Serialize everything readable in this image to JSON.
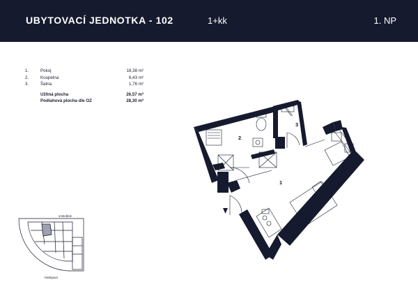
{
  "header": {
    "title": "UBYTOVACÍ JEDNOTKA - 102",
    "layout": "1+kk",
    "floor": "1. NP"
  },
  "rooms": [
    {
      "num": "1.",
      "name": "Pokoj",
      "area": "18,38 m²"
    },
    {
      "num": "2.",
      "name": "Koupelna",
      "area": "6,43 m²"
    },
    {
      "num": "3.",
      "name": "Šatna",
      "area": "1,76 m²"
    }
  ],
  "totals": [
    {
      "name": "Užitná plocha",
      "area": "26,57 m²"
    },
    {
      "name": "Podlahová plocha dle OZ",
      "area": "28,30 m²"
    }
  ],
  "plan": {
    "room_labels": [
      "1",
      "2",
      "3"
    ]
  },
  "minimap": {
    "label_top": "vnitroblok",
    "label_bottom": "Hartigova"
  },
  "colors": {
    "header_bg": "#161a2e",
    "header_text": "#ffffff",
    "wall": "#161a2e",
    "text": "#1a1d2e"
  }
}
